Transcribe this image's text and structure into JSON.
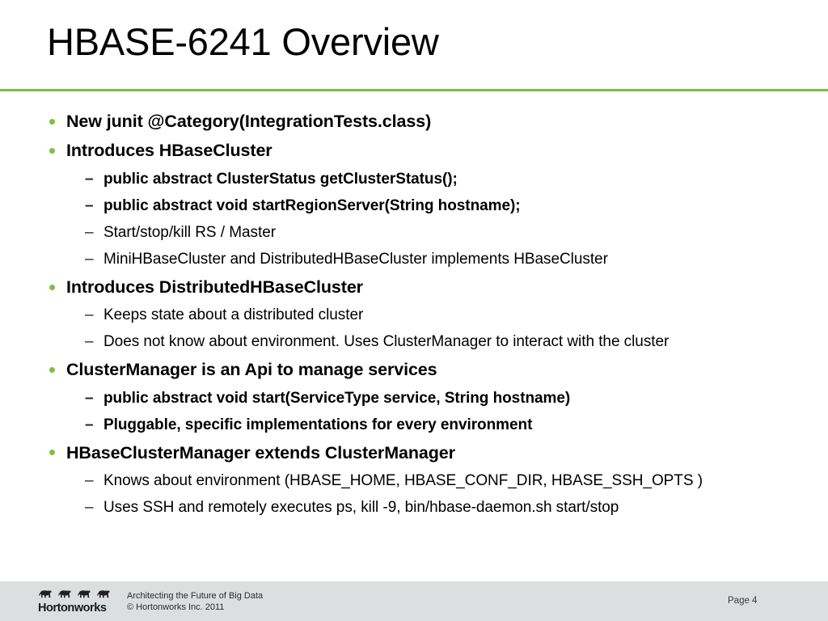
{
  "slide": {
    "title": "HBASE-6241 Overview",
    "accent_color": "#7ac143",
    "rule_color": "#7ac143",
    "footer_bg_color": "#dcdee0",
    "bullet_marker": "•",
    "dash_marker": "–"
  },
  "content": {
    "items": [
      {
        "level": 1,
        "text": "New junit @Category(IntegrationTests.class)",
        "bold": true
      },
      {
        "level": 1,
        "text": "Introduces HBaseCluster",
        "bold": true
      },
      {
        "level": 2,
        "text": " public abstract ClusterStatus getClusterStatus();",
        "bold": true
      },
      {
        "level": 2,
        "text": " public abstract void startRegionServer(String hostname);",
        "bold": true
      },
      {
        "level": 2,
        "text": "Start/stop/kill RS / Master",
        "bold": false
      },
      {
        "level": 2,
        "text": "MiniHBaseCluster and DistributedHBaseCluster implements HBaseCluster",
        "bold": false
      },
      {
        "level": 1,
        "text": "Introduces DistributedHBaseCluster",
        "bold": true
      },
      {
        "level": 2,
        "text": "Keeps state about a distributed cluster",
        "bold": false
      },
      {
        "level": 2,
        "text": "Does not know about environment. Uses ClusterManager to interact with the cluster",
        "bold": false
      },
      {
        "level": 1,
        "text": "ClusterManager is an Api to manage services",
        "bold": true
      },
      {
        "level": 2,
        "text": "public abstract void start(ServiceType service, String hostname)",
        "bold": true
      },
      {
        "level": 2,
        "text": "Pluggable, specific implementations for every environment",
        "bold": true
      },
      {
        "level": 1,
        "text": "HBaseClusterManager extends ClusterManager",
        "bold": true
      },
      {
        "level": 2,
        "text": "Knows about environment (HBASE_HOME, HBASE_CONF_DIR, HBASE_SSH_OPTS )",
        "bold": false
      },
      {
        "level": 2,
        "text": "Uses SSH and remotely executes ps, kill -9, bin/hbase-daemon.sh start/stop",
        "bold": false
      }
    ]
  },
  "footer": {
    "logo_wordmark": "Hortonworks",
    "tagline_line1": "Architecting the Future of Big Data",
    "tagline_line2": "© Hortonworks Inc. 2011",
    "page_label": "Page 4"
  }
}
